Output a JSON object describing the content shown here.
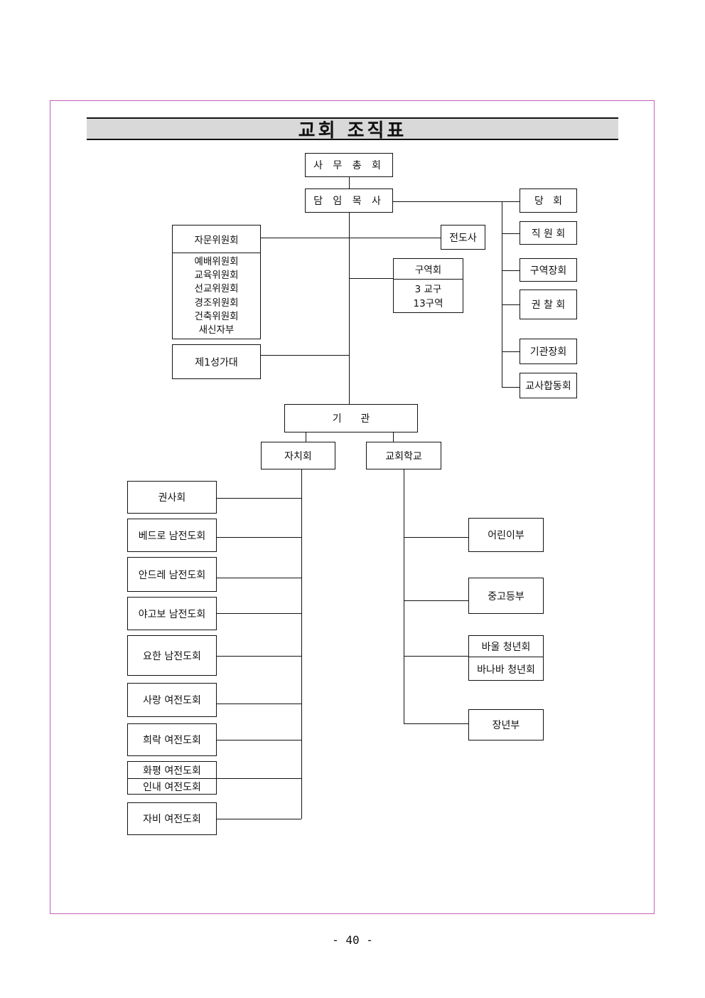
{
  "title": "교회 조직표",
  "top": {
    "general_assembly": "사 무 총 회",
    "senior_pastor": "담 임 목 사"
  },
  "right": {
    "session": "당   회",
    "staff": "직 원 회",
    "district_leaders": "구역장회",
    "exhorters": "권 찰 회",
    "org_leaders": "기관장회",
    "teachers": "교사합동회"
  },
  "evangelist": "전도사",
  "advisory": {
    "head": "자문위원회",
    "items": [
      "예배위원회",
      "교육위원회",
      "선교위원회",
      "경조위원회",
      "건축위원회",
      "새신자부"
    ]
  },
  "choir": "제1성가대",
  "district": {
    "head": "구역회",
    "lines": [
      "3 교구",
      "13구역"
    ]
  },
  "org": {
    "label": "기      관",
    "self_gov": "자치회",
    "church_school": "교회학교"
  },
  "self_gov_items": {
    "a": "권사회",
    "b": "베드로 남전도회",
    "c": "안드레 남전도회",
    "d": "야고보 남전도회",
    "e": "요한 남전도회",
    "f": "사랑 여전도회",
    "g": "희락 여전도회",
    "h_top": "화평 여전도회",
    "h_bottom": "인내 여전도회",
    "i": "자비 여전도회"
  },
  "school_items": {
    "children": "어린이부",
    "youth": "중고등부",
    "young_adult_top": "바울 청년회",
    "young_adult_bottom": "바나바 청년회",
    "adults": "장년부"
  },
  "page_number": "- 40 -",
  "colors": {
    "frame": "#c35fb7",
    "title_bg": "#d9d9d9",
    "line": "#111111"
  }
}
